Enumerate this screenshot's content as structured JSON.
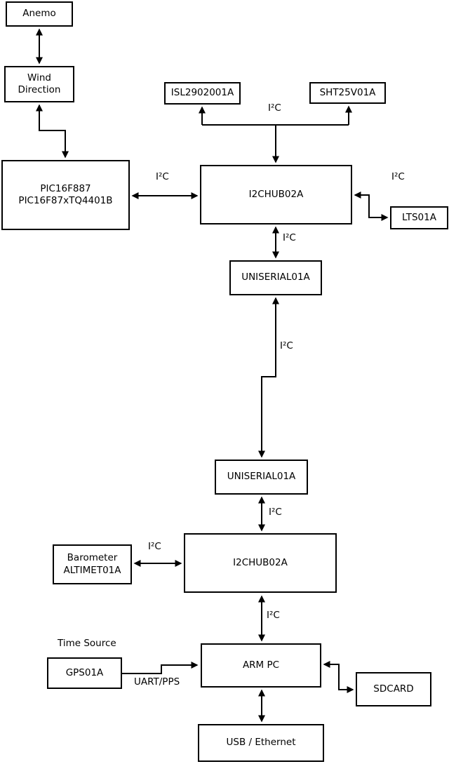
{
  "diagram": {
    "colors": {
      "ink": "#000000",
      "background": "#ffffff"
    },
    "nodes": {
      "anemo": {
        "label": "Anemo"
      },
      "wind_direction": {
        "label": "Wind\nDirection"
      },
      "pic": {
        "label": "PIC16F887\nPIC16F87xTQ4401B"
      },
      "isl": {
        "label": "ISL2902001A"
      },
      "sht": {
        "label": "SHT25V01A"
      },
      "hub_top": {
        "label": "I2CHUB02A"
      },
      "lts": {
        "label": "LTS01A"
      },
      "uniserial_top": {
        "label": "UNISERIAL01A"
      },
      "uniserial_bottom": {
        "label": "UNISERIAL01A"
      },
      "hub_bottom": {
        "label": "I2CHUB02A"
      },
      "barometer": {
        "label": "Barometer\nALTIMET01A"
      },
      "gps": {
        "label": "GPS01A"
      },
      "arm_pc": {
        "label": "ARM PC"
      },
      "sdcard": {
        "label": "SDCARD"
      },
      "usb_ethernet": {
        "label": "USB / Ethernet"
      }
    },
    "labels": {
      "i2c_bus_top": "I²C",
      "i2c_pic_hub": "I²C",
      "i2c_hub_lts": "I²C",
      "i2c_hub_uniserial": "I²C",
      "i2c_long_link": "I²C",
      "i2c_uniserial_hub": "I²C",
      "i2c_barometer_hub": "I²C",
      "i2c_hub_arm": "I²C",
      "time_source": "Time Source",
      "uart_pps": "UART/PPS"
    }
  }
}
